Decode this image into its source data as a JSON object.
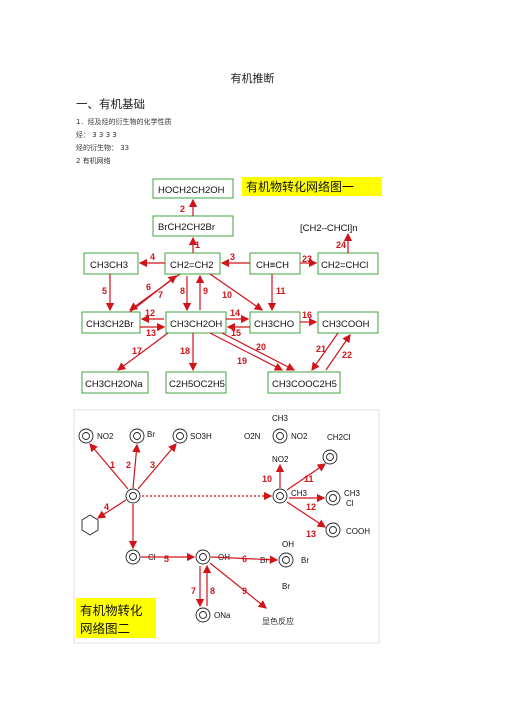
{
  "doc": {
    "title": "有机推断",
    "heading": "一、有机基础",
    "line1": "1．烃及烃的衍生物的化学性质",
    "line2": "烃：  3 3 3 3",
    "line3": "烃的衍生物：  33",
    "line4": "2 有机网络"
  },
  "fig1": {
    "banner": "有机物转化网络图一",
    "nodes": {
      "hoc": "HOCH2CH2OH",
      "brc": "BrCH2CH2Br",
      "poly": "[CH2–CHCl]n",
      "ethane": "CH3CH3",
      "ethene": "CH2=CH2",
      "acet": "CH≡CH",
      "vcl": "CH2=CHCl",
      "ebr": "CH3CH2Br",
      "etoh": "CH3CH2OH",
      "acho": "CH3CHO",
      "acooh": "CH3COOH",
      "naet": "CH3CH2ONa",
      "ether": "C2H5OC2H5",
      "ester": "CH3COOC2H5"
    },
    "numbers": [
      "1",
      "2",
      "3",
      "4",
      "5",
      "6",
      "7",
      "8",
      "9",
      "10",
      "11",
      "12",
      "13",
      "14",
      "15",
      "16",
      "17",
      "18",
      "19",
      "20",
      "21",
      "22",
      "23",
      "24"
    ]
  },
  "fig2": {
    "banner_l1": "有机物转化",
    "banner_l2": "网络图二",
    "groups": {
      "no2": "NO2",
      "br": "Br",
      "so3h": "SO3H",
      "o2n": "O2N",
      "ch3": "CH3",
      "ch2cl": "CH2Cl",
      "cl": "Cl",
      "cooh": "COOH",
      "oh": "OH",
      "ona": "ONa"
    },
    "numbers": [
      "1",
      "2",
      "3",
      "4",
      "5",
      "6",
      "7",
      "8",
      "9",
      "10",
      "11",
      "12",
      "13"
    ],
    "color_note": "显色反应"
  }
}
